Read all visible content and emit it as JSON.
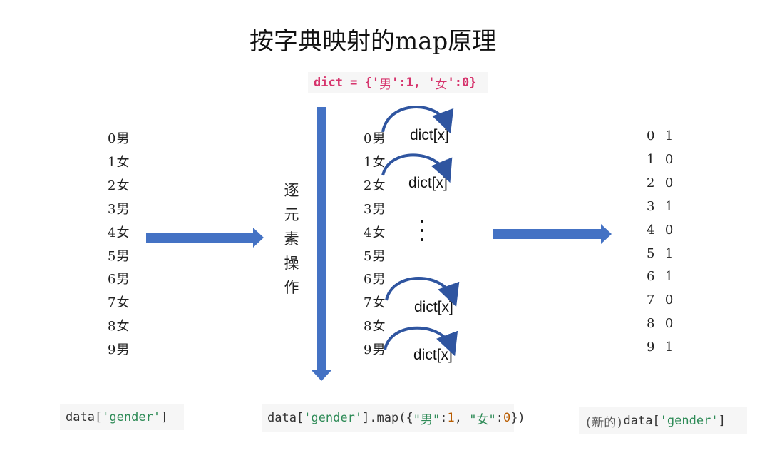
{
  "title": "按字典映射的map原理",
  "dict_code": {
    "prefix": "dict = {'",
    "male": "男",
    "mid": "':1, '",
    "female": "女",
    "suffix": "':0}"
  },
  "input_rows": [
    "0男",
    "1女",
    "2女",
    "3男",
    "4女",
    "5男",
    "6男",
    "7女",
    "8女",
    "9男"
  ],
  "middle_rows": [
    "0男",
    "1女",
    "2女",
    "3男",
    "4女",
    "5男",
    "6男",
    "7女",
    "8女",
    "9男"
  ],
  "output_rows": [
    "0  1",
    "1  0",
    "2  0",
    "3  1",
    "4  0",
    "5  1",
    "6  1",
    "7  0",
    "8  0",
    "9  1"
  ],
  "vertical_label": [
    "逐",
    "元",
    "素",
    "操",
    "作"
  ],
  "dict_labels": [
    "dict[x]",
    "dict[x]",
    "dict[x]",
    "dict[x]"
  ],
  "code_left": {
    "a": "data[",
    "b": "'gender'",
    "c": "]"
  },
  "code_mid": {
    "a": "data[",
    "b": "'gender'",
    "c": "].map({",
    "d": "\"男\"",
    "e": ":",
    "f": "1",
    "g": ", ",
    "h": "\"女\"",
    "i": ":",
    "j": "0",
    "k": "})"
  },
  "code_right": {
    "pre": "(新的)",
    "a": "data[",
    "b": "'gender'",
    "c": "]"
  },
  "colors": {
    "arrow": "#4472c4",
    "code_key": "#d6336c",
    "string": "#2e8b57",
    "number": "#b85c00"
  }
}
